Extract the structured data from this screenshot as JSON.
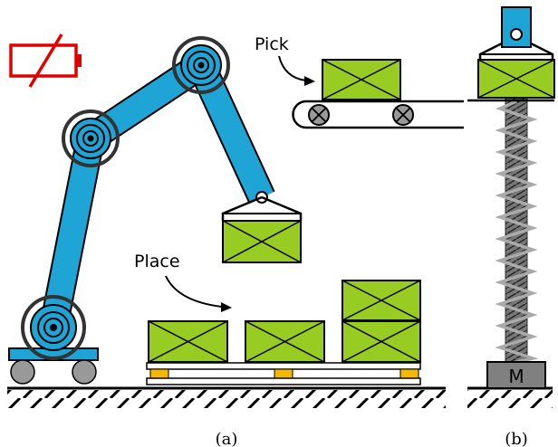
{
  "labels": {
    "pick": "Pick",
    "place": "Place",
    "motor": "M"
  },
  "captions": {
    "a": "(a)",
    "b": "(b)"
  },
  "icons": {
    "battery": "battery-empty-crossed-icon"
  },
  "colors": {
    "arm": "#1ea5d6",
    "box": "#99cc22",
    "pallet_block": "#f5b800",
    "pallet_board": "#ffffff",
    "battery": "#e00000",
    "roller": "#999999",
    "motor": "#808080",
    "spring": "#aaaaaa",
    "screw": "#555555"
  }
}
